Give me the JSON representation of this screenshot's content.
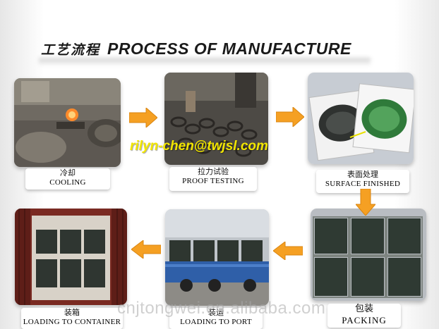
{
  "title": {
    "chinese": "工艺流程",
    "english": "PROCESS OF MANUFACTURE"
  },
  "email_watermark": "rilyn-chen@twjsl.com",
  "site_watermark": "cnjtongwei.en.alibaba.com",
  "steps": [
    {
      "chinese": "冷却",
      "english": "COOLING"
    },
    {
      "chinese": "拉力试验",
      "english": "PROOF TESTING"
    },
    {
      "chinese": "表面处理",
      "english": "SURFACE FINISHED"
    },
    {
      "chinese": "包装",
      "english": "PACKING"
    },
    {
      "chinese": "装运",
      "english": "LOADING TO PORT"
    },
    {
      "chinese": "装箱",
      "english": "LOADING TO CONTAINER"
    }
  ],
  "colors": {
    "arrow": "#f5a023",
    "email": "#f2e600"
  }
}
